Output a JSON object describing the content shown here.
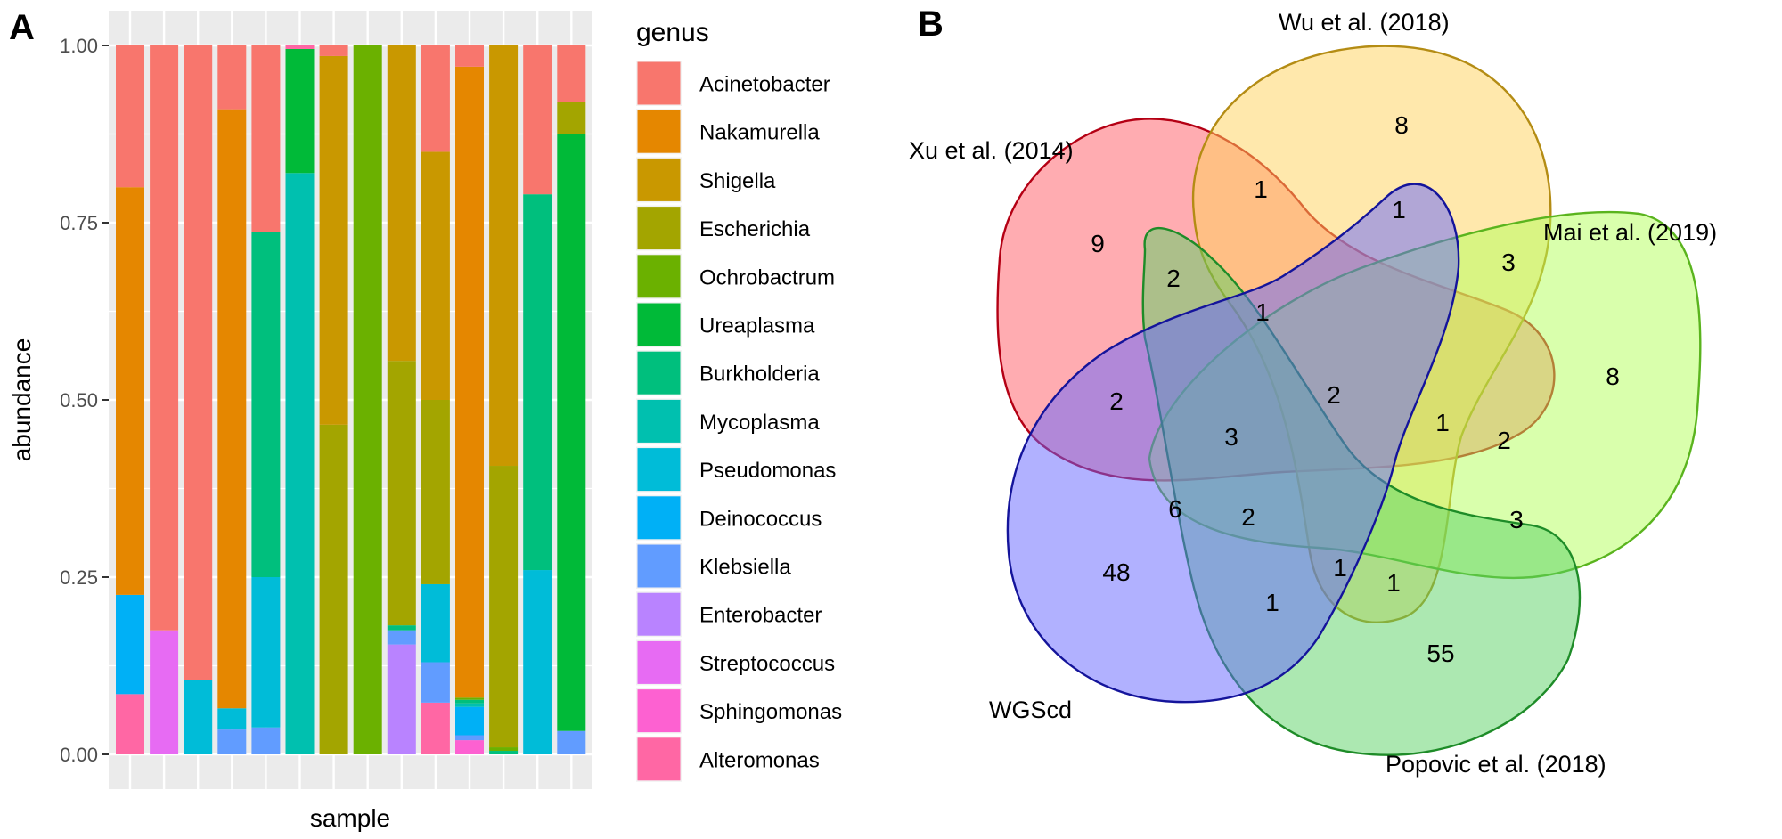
{
  "panel_a_letter": "A",
  "panel_b_letter": "B",
  "chart_data": [
    {
      "type": "bar",
      "stacked": true,
      "xlabel": "sample",
      "ylabel": "abundance",
      "ylim": [
        0,
        1
      ],
      "y_ticks": [
        "0.00",
        "0.25",
        "0.50",
        "0.75",
        "1.00"
      ],
      "y_tick_values": [
        0,
        0.25,
        0.5,
        0.75,
        1
      ],
      "grid": true,
      "legend_title": "genus",
      "legend_position": "right",
      "genera": [
        "Acinetobacter",
        "Nakamurella",
        "Shigella",
        "Escherichia",
        "Ochrobactrum",
        "Ureaplasma",
        "Burkholderia",
        "Mycoplasma",
        "Pseudomonas",
        "Deinococcus",
        "Klebsiella",
        "Enterobacter",
        "Streptococcus",
        "Sphingomonas",
        "Alteromonas"
      ],
      "colors": [
        "#F8766D",
        "#E58700",
        "#C99800",
        "#A3A500",
        "#6BB100",
        "#00BA38",
        "#00BF7D",
        "#00C0AF",
        "#00BCD8",
        "#00B0F6",
        "#619CFF",
        "#B983FF",
        "#E76BF3",
        "#FD61D1",
        "#FF67A4"
      ],
      "samples": [
        {
          "Alteromonas": 0.085,
          "Deinococcus": 0.14,
          "Nakamurella": 0.575,
          "Acinetobacter": 0.2
        },
        {
          "Streptococcus": 0.175,
          "Acinetobacter": 0.825
        },
        {
          "Pseudomonas": 0.105,
          "Acinetobacter": 0.895
        },
        {
          "Klebsiella": 0.035,
          "Pseudomonas": 0.03,
          "Nakamurella": 0.845,
          "Acinetobacter": 0.09
        },
        {
          "Klebsiella": 0.038,
          "Pseudomonas": 0.212,
          "Burkholderia": 0.487,
          "Acinetobacter": 0.263
        },
        {
          "Mycoplasma": 0.82,
          "Ureaplasma": 0.175,
          "Alteromonas": 0.005
        },
        {
          "Escherichia": 0.465,
          "Shigella": 0.52,
          "Acinetobacter": 0.015
        },
        {
          "Ochrobactrum": 1.0
        },
        {
          "Enterobacter": 0.155,
          "Klebsiella": 0.02,
          "Burkholderia": 0.007,
          "Escherichia": 0.373,
          "Shigella": 0.445
        },
        {
          "Alteromonas": 0.073,
          "Klebsiella": 0.057,
          "Pseudomonas": 0.11,
          "Escherichia": 0.26,
          "Shigella": 0.35,
          "Acinetobacter": 0.15
        },
        {
          "Sphingomonas": 0.02,
          "Klebsiella": 0.007,
          "Deinococcus": 0.04,
          "Mycoplasma": 0.005,
          "Burkholderia": 0.005,
          "Ochrobactrum": 0.003,
          "Nakamurella": 0.89,
          "Acinetobacter": 0.03
        },
        {
          "Burkholderia": 0.005,
          "Ochrobactrum": 0.005,
          "Escherichia": 0.397,
          "Shigella": 0.593
        },
        {
          "Pseudomonas": 0.26,
          "Burkholderia": 0.53,
          "Acinetobacter": 0.21
        },
        {
          "Klebsiella": 0.033,
          "Ureaplasma": 0.842,
          "Escherichia": 0.045,
          "Acinetobacter": 0.08
        }
      ]
    },
    {
      "type": "venn",
      "sets": [
        {
          "name": "Xu et al. (2014)",
          "color": "#FF5A64",
          "stroke": "#B40014"
        },
        {
          "name": "Wu et al. (2018)",
          "color": "#FFD25A",
          "stroke": "#B48C14"
        },
        {
          "name": "Mai et al. (2019)",
          "color": "#B4FF5A",
          "stroke": "#5AB41E"
        },
        {
          "name": "Popovic et al. (2018)",
          "color": "#5AD264",
          "stroke": "#1E8C28"
        },
        {
          "name": "WGScd",
          "color": "#6464FF",
          "stroke": "#14149B"
        }
      ],
      "regions": [
        {
          "value": "8",
          "sets": [
            "Wu et al. (2018)"
          ]
        },
        {
          "value": "1",
          "sets": [
            "Xu et al. (2014)",
            "Wu et al. (2018)"
          ]
        },
        {
          "value": "9",
          "sets": [
            "Xu et al. (2014)"
          ]
        },
        {
          "value": "1",
          "sets": [
            "Wu et al. (2018)",
            "WGScd"
          ]
        },
        {
          "value": "3",
          "sets": [
            "Wu et al. (2018)",
            "Mai et al. (2019)"
          ]
        },
        {
          "value": "2",
          "sets": [
            "Xu et al. (2014)",
            "Popovic et al. (2018)"
          ]
        },
        {
          "value": "1",
          "sets": [
            "Xu et al. (2014)",
            "Wu et al. (2018)",
            "Popovic et al. (2018)",
            "WGScd"
          ]
        },
        {
          "value": "8",
          "sets": [
            "Mai et al. (2019)"
          ]
        },
        {
          "value": "2",
          "sets": [
            "Xu et al. (2014)",
            "WGScd"
          ]
        },
        {
          "value": "2",
          "sets": [
            "Xu et al. (2014)",
            "Wu et al. (2018)",
            "Mai et al. (2019)",
            "Popovic et al. (2018)",
            "WGScd"
          ]
        },
        {
          "value": "3",
          "sets": [
            "Xu et al. (2014)",
            "Popovic et al. (2018)",
            "WGScd",
            "Mai et al. (2019)"
          ]
        },
        {
          "value": "1",
          "sets": [
            "Xu et al. (2014)",
            "Wu et al. (2018)",
            "Mai et al. (2019)",
            "Popovic et al. (2018)"
          ]
        },
        {
          "value": "2",
          "sets": [
            "Xu et al. (2014)",
            "Wu et al. (2018)",
            "Mai et al. (2019)"
          ]
        },
        {
          "value": "6",
          "sets": [
            "Mai et al. (2019)",
            "WGScd"
          ]
        },
        {
          "value": "2",
          "sets": [
            "Popovic et al. (2018)",
            "WGScd",
            "Mai et al. (2019)"
          ]
        },
        {
          "value": "3",
          "sets": [
            "Mai et al. (2019)",
            "Popovic et al. (2018)"
          ]
        },
        {
          "value": "48",
          "sets": [
            "WGScd"
          ]
        },
        {
          "value": "1",
          "sets": [
            "Wu et al. (2018)",
            "Popovic et al. (2018)",
            "WGScd"
          ]
        },
        {
          "value": "1",
          "sets": [
            "Wu et al. (2018)",
            "Popovic et al. (2018)"
          ]
        },
        {
          "value": "1",
          "sets": [
            "Popovic et al. (2018)",
            "WGScd"
          ]
        },
        {
          "value": "55",
          "sets": [
            "Popovic et al. (2018)"
          ]
        }
      ]
    }
  ]
}
